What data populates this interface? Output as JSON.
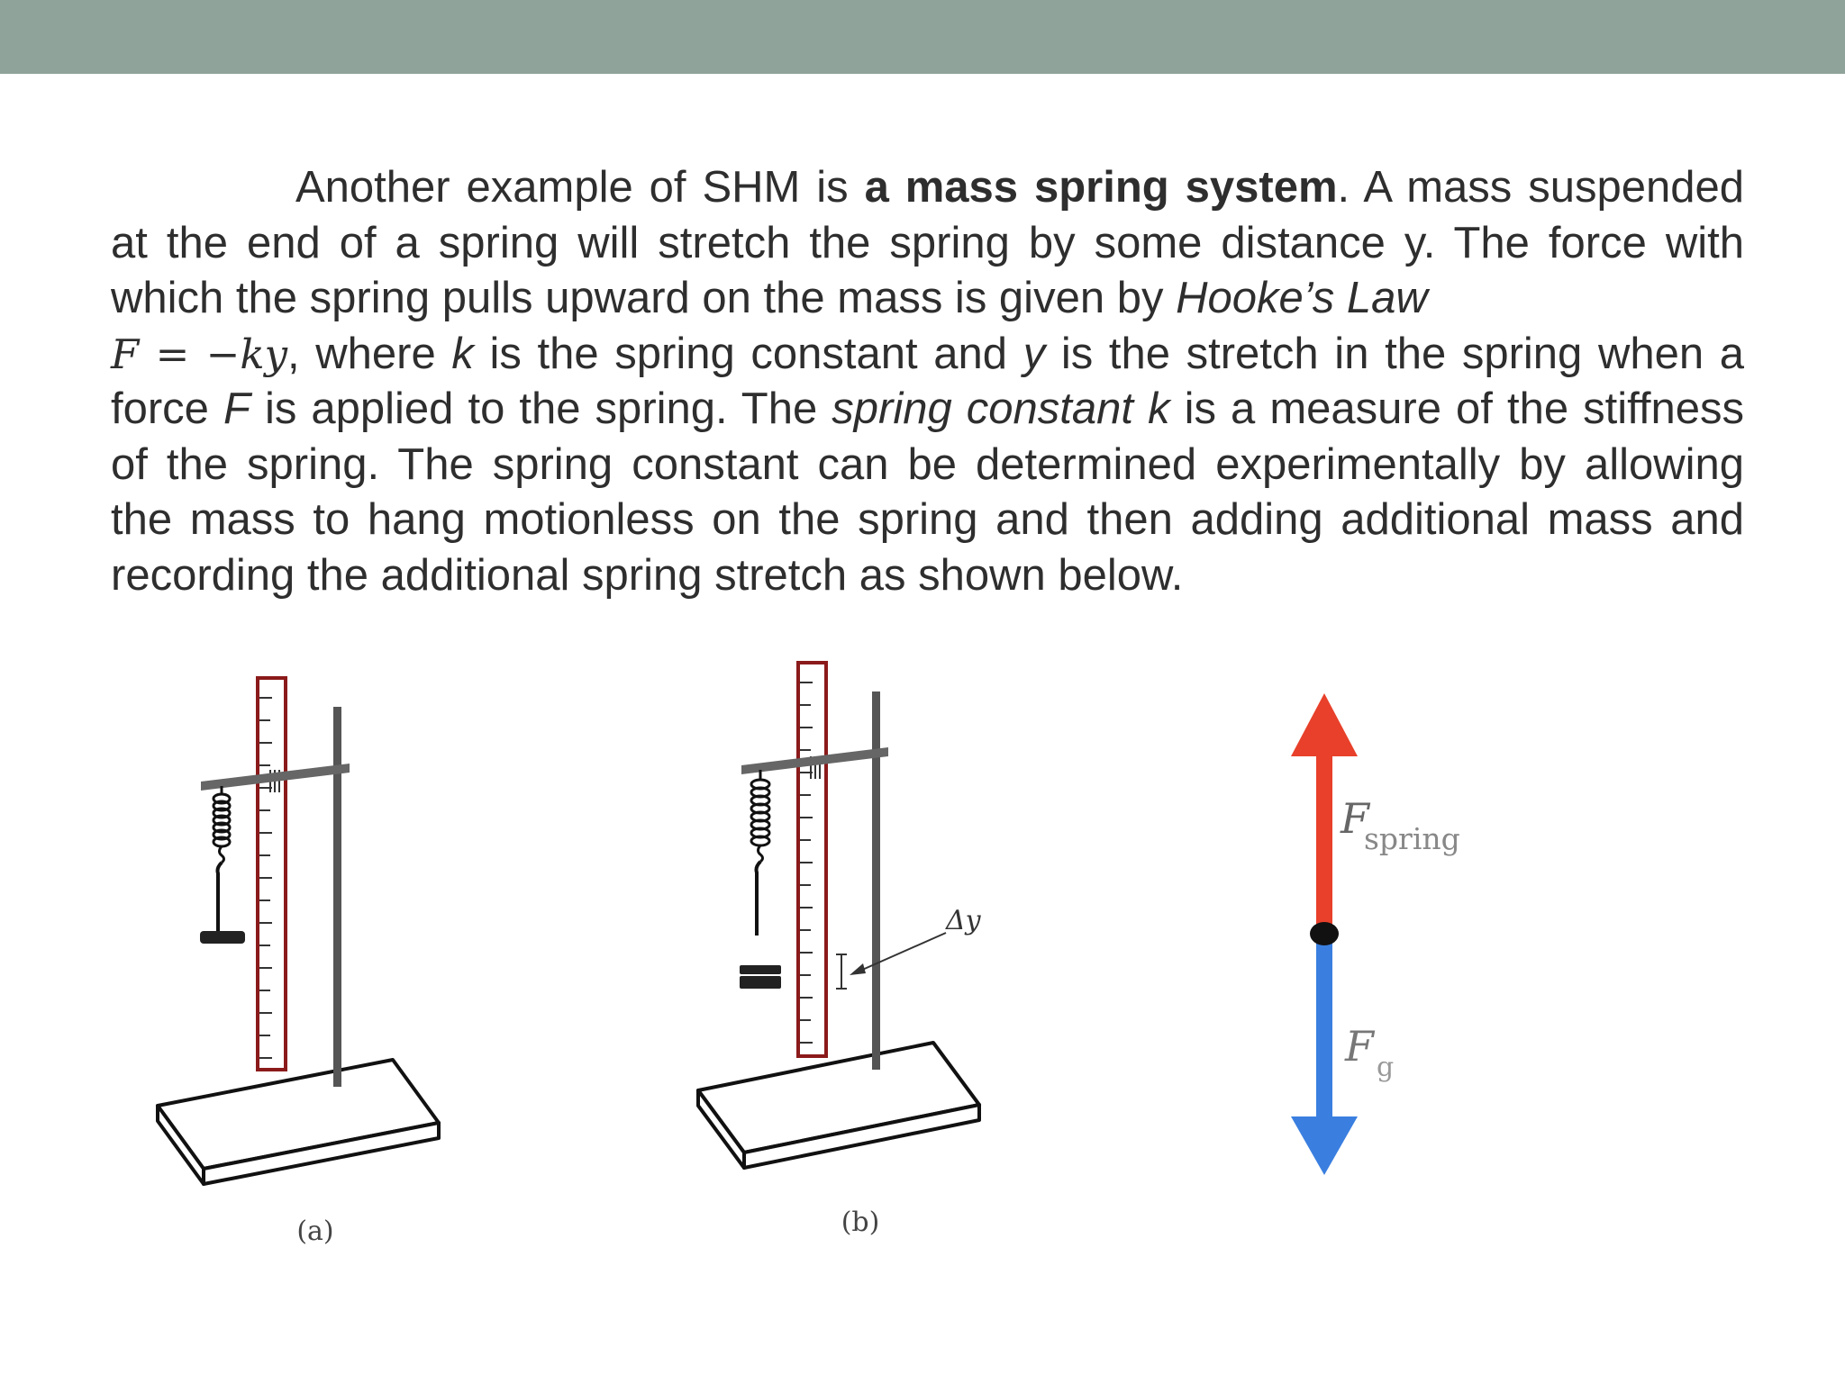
{
  "paragraph": {
    "s1": "Another example of SHM is ",
    "s1_bold": "a mass spring system",
    "s2": ". A mass suspended at the end of a spring will stretch the spring by some distance y. The force with which the spring pulls upward on the mass is given by ",
    "s2_italic": "Hooke’s Law",
    "formula_F": "F",
    "formula_eq": " = −",
    "formula_ky": "ky",
    "s3": ", where ",
    "k1": "k",
    "s4": " is the spring constant and ",
    "y1": "y",
    "s5": " is the stretch in the spring when a force ",
    "F1": "F",
    "s6": " is applied to the spring. The ",
    "spring_constant_italic": "spring constant k",
    "s7": " is a measure of the stiffness of the spring. The spring constant can be determined experimentally by allowing the mass to hang motionless on the spring and then adding additional mass and recording the additional spring stretch as shown below."
  },
  "figure_a": {
    "caption": "(a)"
  },
  "figure_b": {
    "caption": "(b)",
    "delta_label": "Δy"
  },
  "force_diagram": {
    "spring_main": "F",
    "spring_sub": "spring",
    "gravity_main": "F",
    "gravity_sub": "g",
    "colors": {
      "spring_arrow": "#e8402a",
      "gravity_arrow": "#3a7fe0"
    }
  }
}
